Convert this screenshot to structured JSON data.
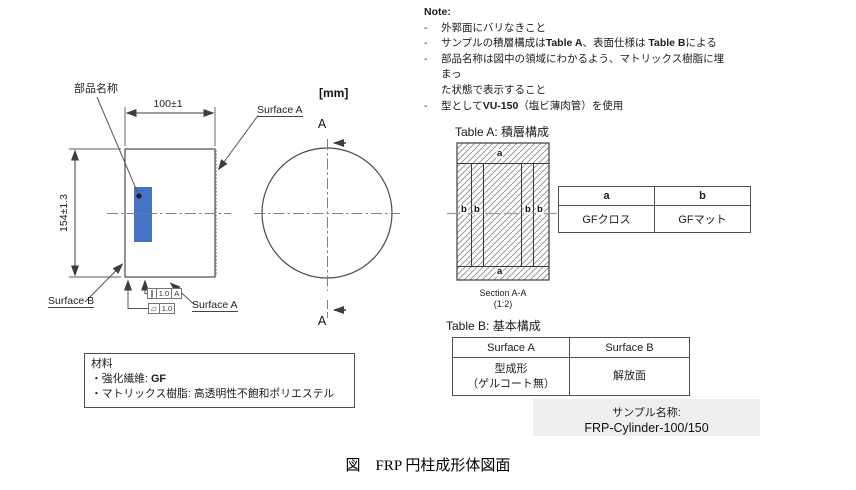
{
  "note": {
    "title": "Note:",
    "dash": "-",
    "item1": "外郭面にバリなきこと",
    "item2_pre": "サンプルの積層構成は",
    "item2_b1": "Table A",
    "item2_mid": "、表面仕様は ",
    "item2_b2": "Table B",
    "item2_post": "による",
    "item3_line1": "部品名称は図中の領域にわかるよう、マトリックス樹脂に埋まっ",
    "item3_line2": "た状態で表示すること",
    "item4_pre": "型として",
    "item4_b1": "VU-150",
    "item4_post": "（塩ビ薄肉管）を使用"
  },
  "drawing": {
    "part_name_label": "部品名称",
    "unit_label": "[mm]",
    "dim_width": "100±1",
    "dim_height": "154±1.3",
    "surface_a_top": "Surface A",
    "surface_b": "Surface B",
    "surface_a_bottom": "Surface A",
    "section_letter_top": "A",
    "section_letter_bottom": "A",
    "highlight_color": "#4472c4",
    "gdt_parallel_symbol": "∥",
    "gdt_parallel_value": "1.0",
    "gdt_parallel_datum": "A",
    "gdt_flat_symbol": "▱",
    "gdt_flat_value": "1.0"
  },
  "table_a": {
    "title": "Table A: 積層構成",
    "label_a_top": "a",
    "label_a_bottom": "a",
    "label_b1": "b",
    "label_b2": "b",
    "label_b3": "b",
    "label_b4": "b",
    "section_label": "Section A-A",
    "section_scale": "(1:2)",
    "col_a_header": "a",
    "col_b_header": "b",
    "col_a_value": "GFクロス",
    "col_b_value": "GFマット"
  },
  "table_b": {
    "title": "Table B: 基本構成",
    "header_a": "Surface A",
    "header_b": "Surface B",
    "cell_a_line1": "型成形",
    "cell_a_line2": "（ゲルコート無）",
    "cell_b": "解放面"
  },
  "sample": {
    "label": "サンプル名称:",
    "name": "FRP-Cylinder-100/150",
    "bg_color": "#efefef"
  },
  "materials": {
    "title": "材料",
    "fiber_pre": "・強化繊維:  ",
    "fiber_value": "GF",
    "matrix": "・マトリックス樹脂:  高透明性不飽和ポリエステル"
  },
  "caption": "図　FRP 円柱成形体図面"
}
